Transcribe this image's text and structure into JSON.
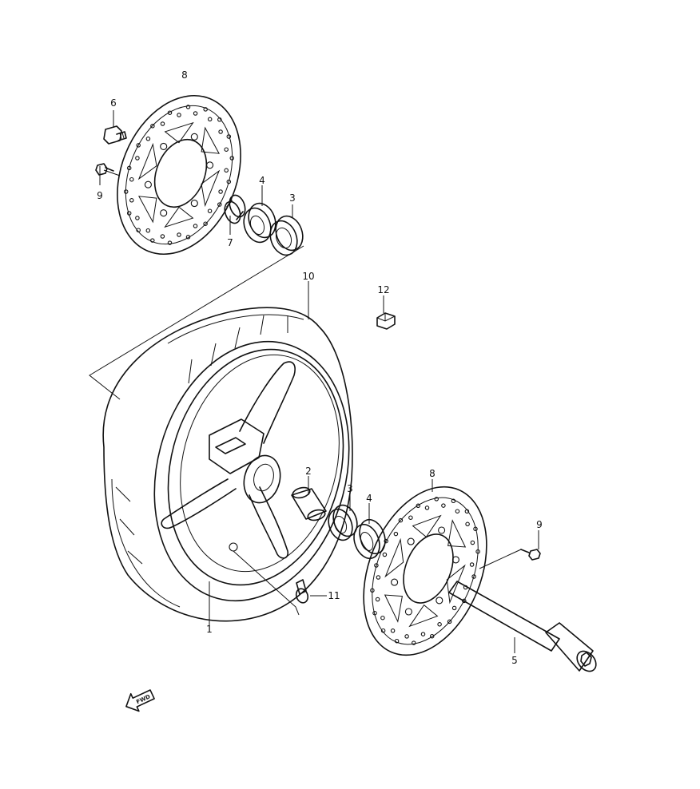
{
  "callouts": {
    "p1": "1",
    "p2": "2",
    "p3_top": "3",
    "p3_bottom": "3",
    "p4_top": "4",
    "p4_bottom": "4",
    "p5": "5",
    "p6": "6",
    "p7": "7",
    "p8_top": "8",
    "p8_bottom": "8",
    "p9_top": "9",
    "p9_bottom": "9",
    "p10": "10",
    "p11": "11",
    "p12": "12"
  },
  "fwd_arrow": {
    "label": "FWD",
    "icon": "fwd-arrow-icon"
  }
}
